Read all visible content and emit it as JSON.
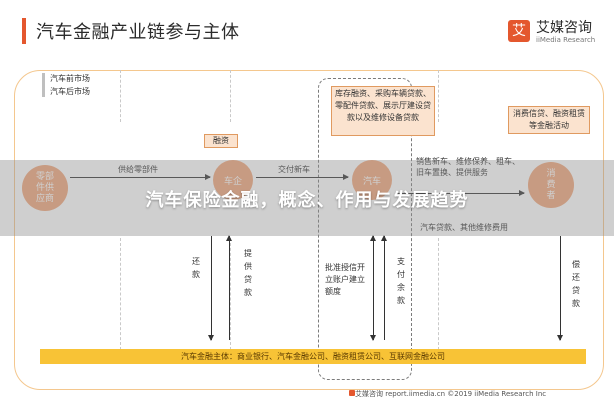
{
  "header": {
    "title": "汽车金融产业链参与主体",
    "logo_mark": "艾",
    "logo_name": "艾媒咨询",
    "logo_sub": "iiMedia Research"
  },
  "legend": {
    "front_market": "汽车前市场",
    "after_market": "汽车后市场"
  },
  "nodes": {
    "parts_supplier": "零部件供应商",
    "manufacturer": "车企",
    "dealer": "汽车",
    "consumer": "消费者"
  },
  "labels": {
    "financing_tag": "融资",
    "supply_parts": "供给零部件",
    "deliver_new_car": "交付新车",
    "dealer_loans_box": "库存融资、采购车辆贷款、零配件贷款、展示厅建设贷款以及维修设备贷款",
    "consumer_loans_box": "消费信贷、融资租赁等金融活动",
    "sales_services": "销售新车、维修保养、租车、旧车置换、提供服务",
    "vehicle_loan": "汽车贷款、其他维修费用",
    "repay_left": "还款",
    "provide_loan": "提供贷款",
    "approve_credit": "批准授信开立账户建立额度",
    "pay_balance": "支付余款",
    "repay_right": "偿还贷款"
  },
  "main_bar": "汽车金融主体：商业银行、汽车金融公司、融资租赁公司、互联网金融公司",
  "footer": "艾媒咨询 report.iimedia.cn ©2019 iiMedia Research Inc",
  "banner": "汽车保险金融，概念、作用与发展趋势",
  "colors": {
    "accent": "#e4572e",
    "node": "#f2a67a",
    "tag_bg": "#fbe3cf",
    "outer_border": "#f4c78e",
    "main_bar": "#f8c336"
  }
}
